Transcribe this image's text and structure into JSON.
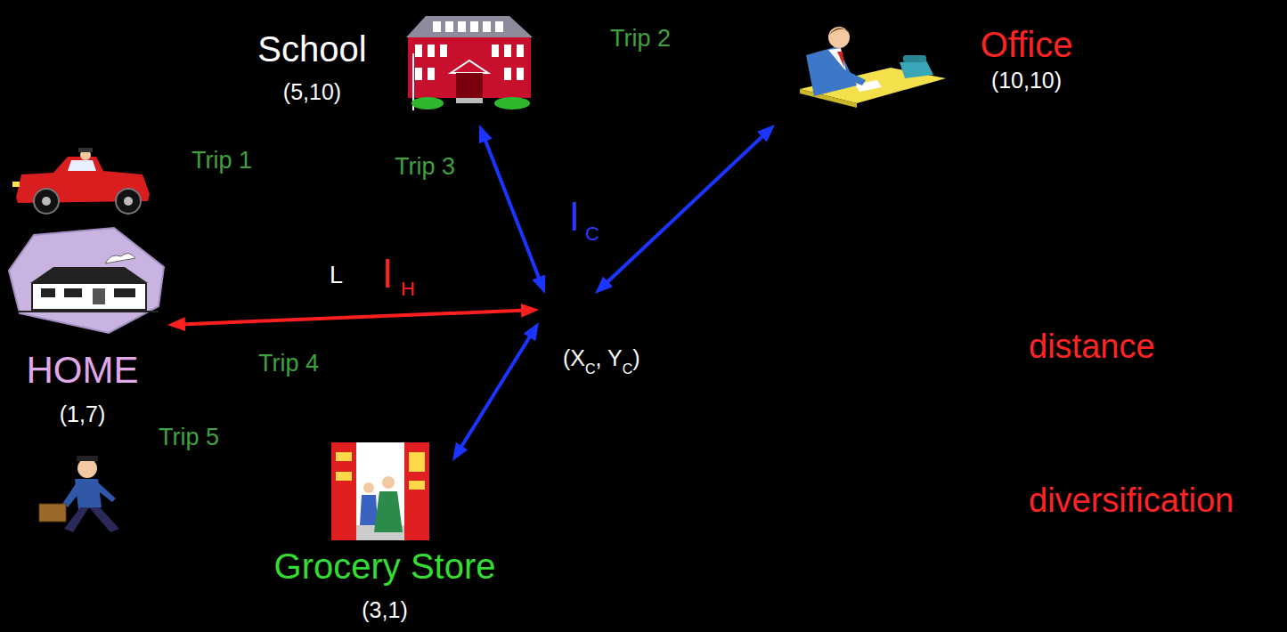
{
  "diagram": {
    "nodes": [
      {
        "text": [
          "School",
          "(5,10)"
        ]
      },
      {
        "text": [
          "Office",
          "(10,10)"
        ]
      },
      {
        "text": [
          "HOME",
          "(1,7)"
        ]
      },
      {
        "text": [
          "(X",
          "C",
          ", Y",
          "C",
          ")"
        ]
      },
      {
        "text": [
          "Grocery Store",
          "(3,1)"
        ]
      }
    ],
    "edges": [
      {
        "from": 3,
        "to": 0,
        "arrow": "both"
      },
      {
        "from": 3,
        "to": 1,
        "arrow": "both"
      },
      {
        "from": 2,
        "to": 3,
        "arrow": "both"
      },
      {
        "from": 3,
        "to": 4,
        "arrow": "both"
      }
    ],
    "labels": [
      "Trip 2",
      "Trip 1",
      "Trip 3",
      "l",
      "C",
      "L",
      "l",
      "H",
      "Trip 4",
      "Trip 5",
      "distance",
      "diversification"
    ]
  }
}
